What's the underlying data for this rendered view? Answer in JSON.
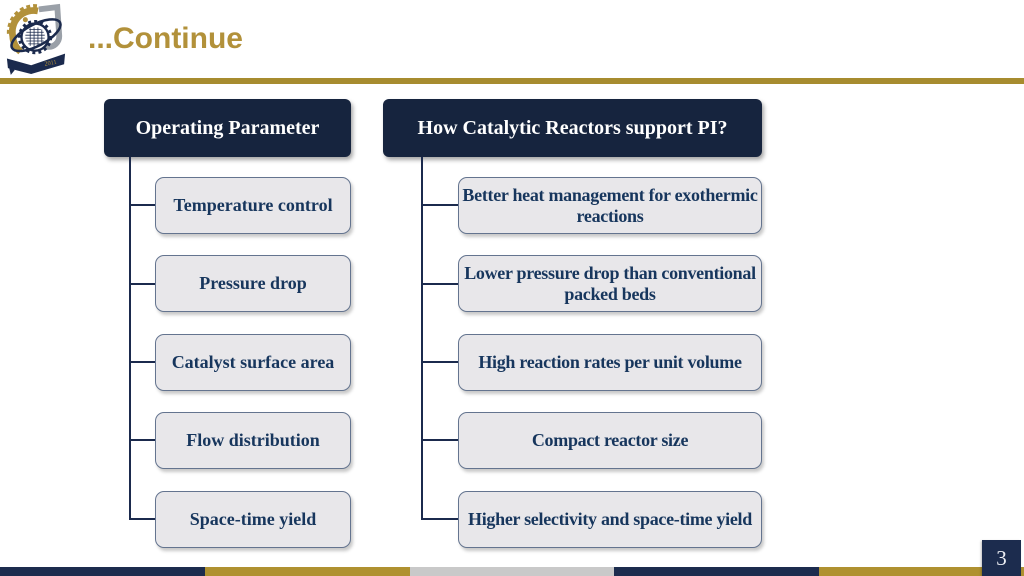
{
  "header": {
    "title": "...Continue"
  },
  "logo": {
    "year": "2011"
  },
  "left_tree": {
    "header": "Operating Parameter",
    "items": [
      "Temperature control",
      "Pressure drop",
      "Catalyst surface area",
      "Flow distribution",
      "Space-time yield"
    ]
  },
  "right_tree": {
    "header": "How Catalytic Reactors support PI?",
    "items": [
      "Better heat management for exothermic reactions",
      "Lower pressure drop than conventional packed beds",
      "High reaction rates per unit volume",
      "Compact reactor size",
      "Higher selectivity and space-time yield"
    ]
  },
  "footer": {
    "page_number": "3"
  },
  "colors": {
    "title_gold": "#B2913A",
    "rule_gold": "#A78C2F",
    "header_navy": "#16243E",
    "node_fill": "#E8E7EA",
    "node_border": "#64748F",
    "node_text": "#17365D",
    "connector_navy": "#1B2A4D",
    "bar_navy": "#1C2C4E",
    "bar_gold": "#AF9130",
    "bar_gray": "#C9C9C9"
  }
}
